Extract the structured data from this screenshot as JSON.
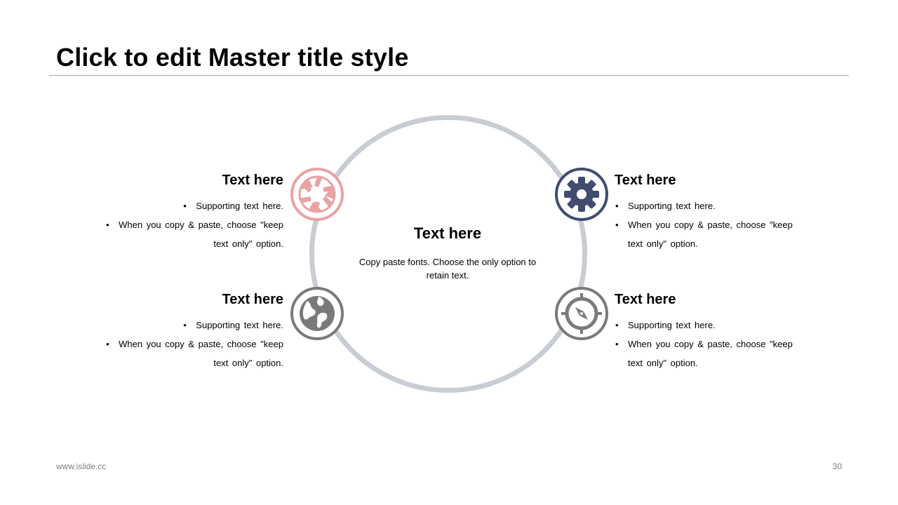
{
  "slide": {
    "title": "Click to edit Master title style"
  },
  "center": {
    "title": "Text here",
    "body": "Copy paste fonts. Choose the only option to retain text."
  },
  "blocks": {
    "top_left": {
      "title": "Text here",
      "bullets": [
        "Supporting text here.",
        "When you copy & paste, choose \"keep text only\" option."
      ],
      "icon": "aperture-icon",
      "color": "#e9a3a3"
    },
    "top_right": {
      "title": "Text here",
      "bullets": [
        "Supporting text here.",
        "When you copy & paste, choose \"keep text only\" option."
      ],
      "icon": "gear-icon",
      "color": "#414c70"
    },
    "bottom_left": {
      "title": "Text here",
      "bullets": [
        "Supporting text here.",
        "When you copy & paste, choose \"keep text only\" option."
      ],
      "icon": "globe-icon",
      "color": "#7a7a7a"
    },
    "bottom_right": {
      "title": "Text here",
      "bullets": [
        "Supporting text here.",
        "When you copy & paste, choose \"keep text only\" option."
      ],
      "icon": "compass-icon",
      "color": "#7a7a7a"
    }
  },
  "ring_color": "#c8ccd3",
  "footer": {
    "url": "www.islide.cc",
    "page": "30"
  }
}
